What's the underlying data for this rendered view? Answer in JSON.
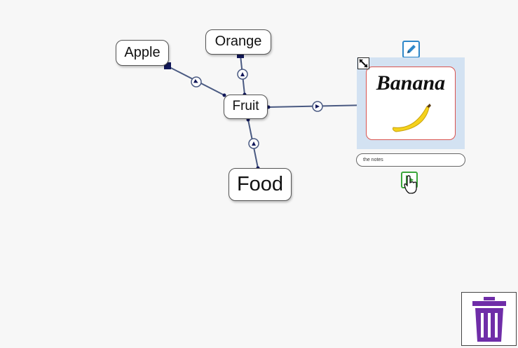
{
  "nodes": {
    "apple": "Apple",
    "orange": "Orange",
    "fruit": "Fruit",
    "food": "Food"
  },
  "card": {
    "title": "Banana",
    "image": "banana",
    "notes": "the notes"
  },
  "icons": {
    "edit": "pencil-icon",
    "resize": "resize-arrows-icon",
    "play": "play-icon",
    "cursor": "hand-pointer-icon",
    "trash": "trash-can-icon"
  },
  "colors": {
    "edge": "#4a5a82",
    "anchor": "#12185a",
    "selection": "#d3e2f2",
    "card_border": "#d9534f",
    "edit_border": "#2d87c9",
    "play_color": "#3aa63a",
    "trash": "#6f2da8",
    "banana": "#f5d21c"
  }
}
